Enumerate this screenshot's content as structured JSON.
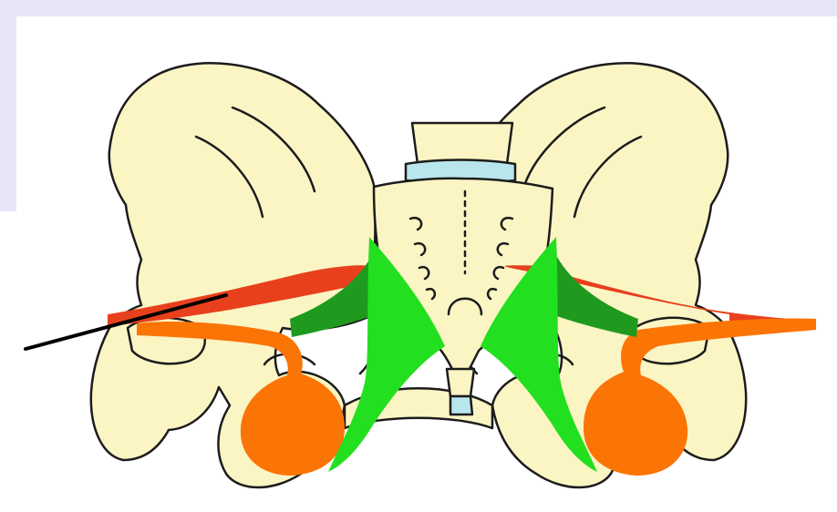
{
  "colors": {
    "background": "#ffffff",
    "panel": "#e6e6f7",
    "bone": "#fbf5c4",
    "outline": "#1c1c1c",
    "disc": "#b9e6ec",
    "ligament_bright": "#22e01f",
    "ligament_dark": "#1f9a1f",
    "muscle_red": "#e8401c",
    "muscle_orange": "#fb7406",
    "pointer": "#000000"
  },
  "parts": [
    "left-ilium",
    "right-ilium",
    "sacrum",
    "lumbar-vertebra",
    "intervertebral-disc",
    "coccyx",
    "sacrospinous-ligament",
    "sacrotuberous-ligament",
    "piriformis-muscle",
    "obturator-muscle",
    "pointer-line"
  ]
}
